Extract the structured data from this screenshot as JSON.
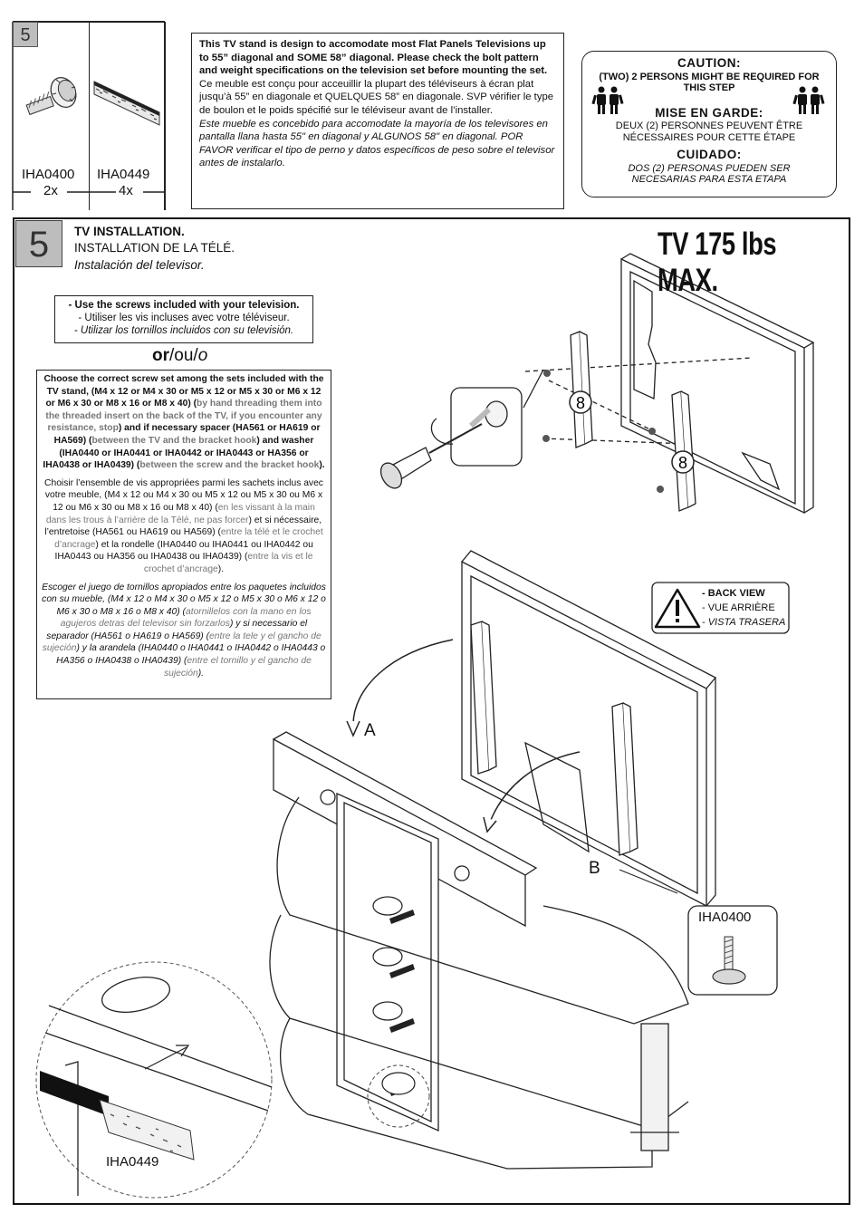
{
  "parts": {
    "step": "5",
    "items": [
      {
        "code": "IHA0400",
        "qty": "2x"
      },
      {
        "code": "IHA0449",
        "qty": "4x"
      }
    ]
  },
  "notice": {
    "en": "This TV stand is design to accomodate most Flat Panels Televisions up to 55” diagonal and SOME 58” diagonal. Please check the bolt pattern and weight specifications on the television set before mounting the set.",
    "fr": "Ce meuble est conçu pour acceuillir la plupart des téléviseurs à écran plat jusqu’à 55” en diagonale et QUELQUES 58” en diagonale. SVP vérifier le type de boulon et le poids spécifié sur le téléviseur avant de l’installer.",
    "es": "Este mueble es concebido para accomodate la mayoría de los televisores en pantalla llana hasta 55\" en diagonal y ALGUNOS 58\" en diagonal. POR FAVOR verificar el tipo de perno y datos específicos de peso sobre el televisor antes de instalarlo."
  },
  "caution": {
    "h_en": "CAUTION:",
    "t_en": "(TWO) 2 PERSONS MIGHT BE REQUIRED FOR THIS STEP",
    "h_fr": "MISE EN GARDE:",
    "t_fr": "DEUX (2) PERSONNES PEUVENT ÊTRE NÉCESSAIRES POUR CETTE ÉTAPE",
    "h_es": "CUIDADO:",
    "t_es": "DOS (2) PERSONAS PUEDEN SER NECESARIAS PARA ESTA ETAPA"
  },
  "step": {
    "number": "5",
    "title_en": "TV INSTALLATION.",
    "title_fr": "INSTALLATION DE LA TÉLÉ.",
    "title_es": "Instalación del televisor.",
    "max_load": "TV 175 lbs MAX."
  },
  "screws": {
    "en": "- Use the screws included with your television.",
    "fr": "- Utiliser les vis incluses avec votre téléviseur.",
    "es": "- Utilizar los tornillos incluidos con su televisión."
  },
  "or": {
    "en": "or",
    "sep1": "/",
    "fr": "ou",
    "sep2": "/",
    "es": "o"
  },
  "choose": {
    "en_a": "Choose the correct screw set among the sets included with the TV stand, (M4 x 12 or M4 x 30 or M5 x 12 or M5 x 30 or M6 x 12 or M6 x 30 or M8 x 16 or M8 x 40) (",
    "en_b": "by hand threading them into the threaded insert on the back of the TV, if you encounter any resistance, stop",
    "en_c": ") and if necessary spacer (HA561 or HA619 or HA569) (",
    "en_d": "between the TV and the bracket hook",
    "en_e": ") and washer (IHA0440 or IHA0441 or IHA0442 or IHA0443 or HA356 or IHA0438 or IHA0439) (",
    "en_f": "between the screw and the bracket hook",
    "en_g": ").",
    "fr_a": "Choisir l’ensemble de vis appropriées parmi les sachets inclus avec votre meuble, (M4 x 12 ou M4 x 30 ou M5 x 12 ou M5 x 30 ou M6 x 12 ou M6 x 30 ou M8 x 16 ou M8 x 40) (",
    "fr_b": "en les vissant à la main dans les trous à l’arrière de la Télé, ne pas forcer",
    "fr_c": ") et si nécessaire, l’entretoise (HA561 ou HA619 ou HA569) (",
    "fr_d": "entre la télé et le crochet d’ancrage",
    "fr_e": ") et la rondelle (IHA0440 ou IHA0441 ou IHA0442 ou IHA0443 ou HA356 ou IHA0438 ou IHA0439) (",
    "fr_f": "entre la vis et le crochet d’ancrage",
    "fr_g": ").",
    "es_a": "Escoger el juego de tornillos apropiados entre los paquetes incluidos con su mueble, (M4 x 12 o M4 x 30 o M5 x 12 o M5 x 30 o M6 x 12 o M6 x 30 o M8 x 16 o M8 x 40) (",
    "es_b": "atornillelos con la mano en los agujeros detras del televisor sin forzarlos",
    "es_c": ") y si necessario el separador (HA561 o HA619 o HA569) (",
    "es_d": "entre la tele y el gancho de sujeción",
    "es_e": ") y la arandela (IHA0440 o IHA0441 o IHA0442 o IHA0443 o HA356 o IHA0438 o IHA0439) (",
    "es_f": "entre el tornillo y el gancho de sujeción",
    "es_g": ")."
  },
  "back_view": {
    "en": "- BACK VIEW",
    "fr": "- VUE ARRIÈRE",
    "es": "- VISTA TRASERA"
  },
  "callouts": {
    "a": "A",
    "b": "B",
    "bracket_1": "8",
    "bracket_2": "8",
    "bolt_part": "IHA0400",
    "strip_part": "IHA0449"
  }
}
